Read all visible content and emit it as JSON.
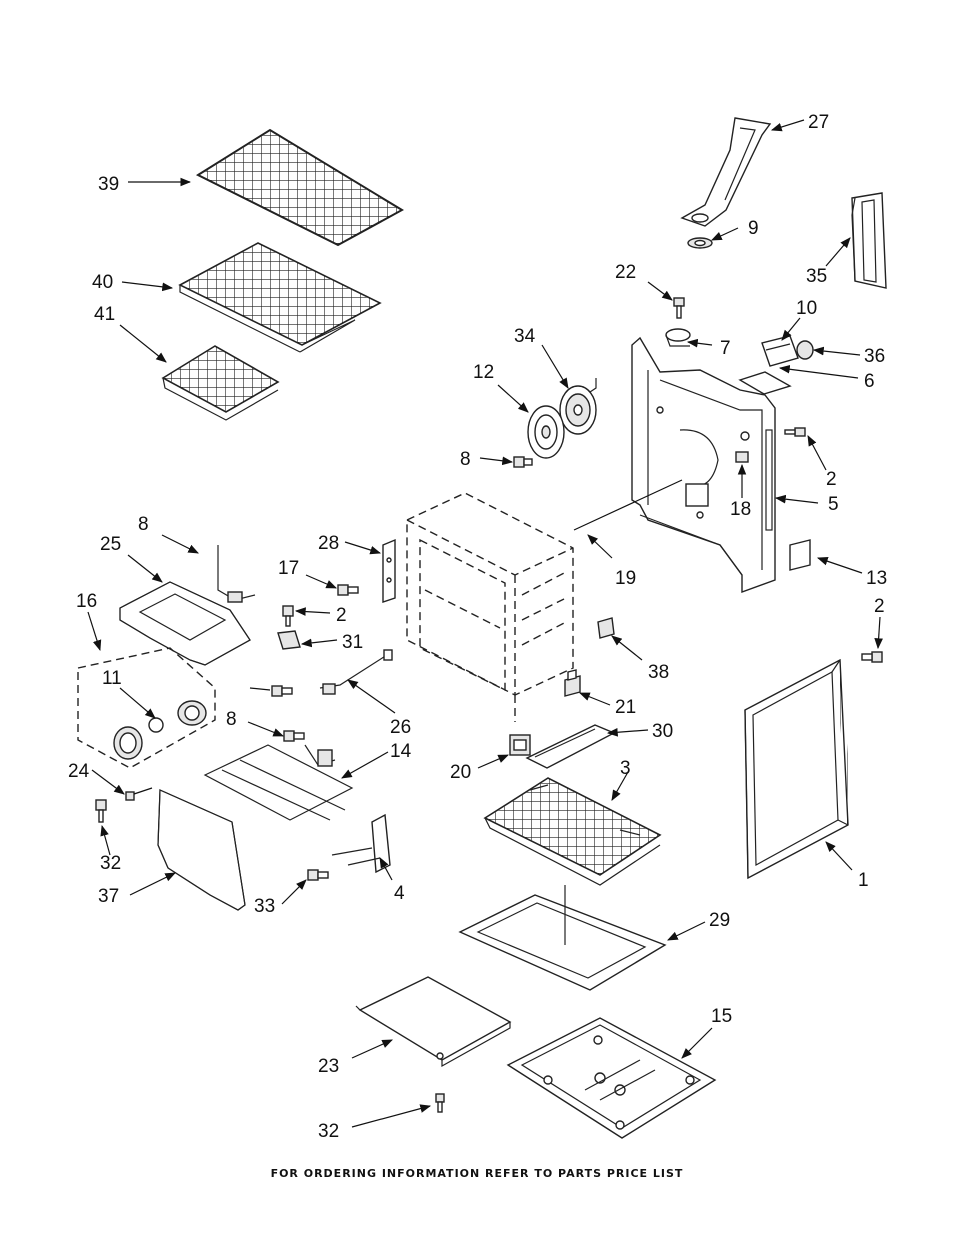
{
  "footer_text": "FOR ORDERING INFORMATION REFER TO PARTS PRICE LIST",
  "callouts": {
    "c1": "1",
    "c2a": "2",
    "c2b": "2",
    "c2c": "2",
    "c3": "3",
    "c4": "4",
    "c5": "5",
    "c6": "6",
    "c7": "7",
    "c8a": "8",
    "c8b": "8",
    "c8c": "8",
    "c9": "9",
    "c10": "10",
    "c11": "11",
    "c12": "12",
    "c13": "13",
    "c14": "14",
    "c15": "15",
    "c16": "16",
    "c17": "17",
    "c18": "18",
    "c19": "19",
    "c20": "20",
    "c21": "21",
    "c22": "22",
    "c23": "23",
    "c24": "24",
    "c25": "25",
    "c26": "26",
    "c27": "27",
    "c28": "28",
    "c29": "29",
    "c30": "30",
    "c31": "31",
    "c32a": "32",
    "c32b": "32",
    "c33": "33",
    "c34": "34",
    "c35": "35",
    "c36": "36",
    "c37": "37",
    "c38": "38",
    "c39": "39",
    "c40": "40",
    "c41": "41"
  }
}
